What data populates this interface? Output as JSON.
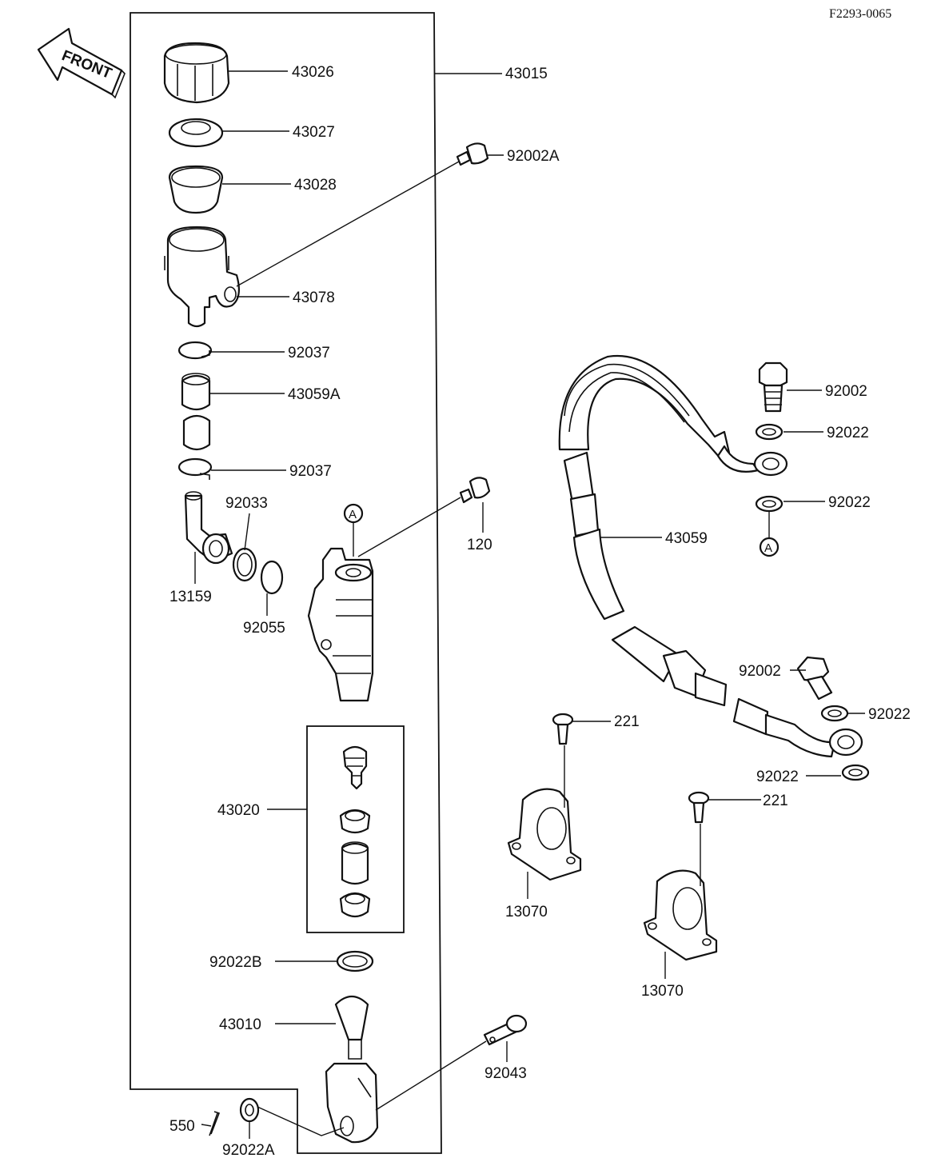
{
  "diagram_code": "F2293-0065",
  "front_label": "FRONT",
  "circle_marker": "A",
  "parts": {
    "p43026": "43026",
    "p43015": "43015",
    "p43027": "43027",
    "p92002A": "92002A",
    "p43028": "43028",
    "p43078": "43078",
    "p92037a": "92037",
    "p43059A": "43059A",
    "p92037b": "92037",
    "p92033": "92033",
    "p120": "120",
    "p13159": "13159",
    "p92055": "92055",
    "p43020": "43020",
    "p92022B": "92022B",
    "p43010": "43010",
    "p92043": "92043",
    "p550": "550",
    "p92022A": "92022A",
    "p92002a": "92002",
    "p92022a": "92022",
    "p92022b": "92022",
    "p43059": "43059",
    "p92002b": "92002",
    "p92022c": "92022",
    "p92022d": "92022",
    "p221a": "221",
    "p221b": "221",
    "p13070a": "13070",
    "p13070b": "13070"
  }
}
